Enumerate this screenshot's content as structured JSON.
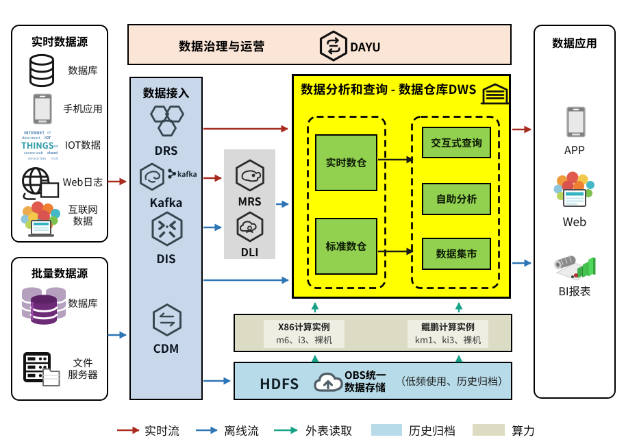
{
  "banner": {
    "title": "数据治理与运营",
    "product": "DAYU"
  },
  "realtime_sources": {
    "title": "实时数据源",
    "items": [
      {
        "label": "数据库",
        "icon": "database-icon"
      },
      {
        "label": "手机应用",
        "icon": "mobile-phone-icon"
      },
      {
        "label": "IOT数据",
        "icon": "iot-wordcloud-icon"
      },
      {
        "label": "Web日志",
        "icon": "globe-folder-icon"
      },
      {
        "label": "互联网\n数据",
        "icon": "internet-cloud-icon"
      }
    ]
  },
  "batch_sources": {
    "title": "批量数据源",
    "items": [
      {
        "label": "数据库",
        "icon": "database-stack-icon"
      },
      {
        "label": "文件\n服务器",
        "icon": "file-server-icon"
      }
    ]
  },
  "data_access": {
    "title": "数据接入",
    "services": [
      {
        "name": "DRS",
        "icon": "drs-hexagon-icon"
      },
      {
        "name": "Kafka",
        "badge": "kafka",
        "icon": "kafka-hexagon-icon"
      },
      {
        "name": "DIS",
        "icon": "dis-hexagon-icon"
      },
      {
        "name": "CDM",
        "icon": "cdm-hexagon-icon"
      }
    ]
  },
  "compute_engines": {
    "services": [
      {
        "name": "MRS",
        "icon": "mrs-hexagon-icon"
      },
      {
        "name": "DLI",
        "icon": "dli-hexagon-icon"
      }
    ]
  },
  "dws": {
    "title": "数据分析和查询 - 数据仓库DWS",
    "warehouse_group": [
      {
        "label": "实时数仓"
      },
      {
        "label": "标准数仓"
      }
    ],
    "serving_group": [
      {
        "label": "交互式查询"
      },
      {
        "label": "自助分析"
      },
      {
        "label": "数据集市"
      }
    ]
  },
  "compute_instances": {
    "x86": {
      "title": "X86计算实例",
      "spec": "m6、i3、裸机"
    },
    "kunpeng": {
      "title": "鲲鹏计算实例",
      "spec": "km1、ki3、裸机"
    }
  },
  "storage": {
    "hdfs_label": "HDFS",
    "obs_label": "OBS统一\n数据存储",
    "note": "（低频使用、历史归档）"
  },
  "applications": {
    "title": "数据应用",
    "items": [
      {
        "label": "APP",
        "icon": "mobile-phone-icon"
      },
      {
        "label": "Web",
        "icon": "web-browser-icon"
      },
      {
        "label": "BI报表",
        "icon": "bi-chart-icon"
      }
    ]
  },
  "legend": {
    "items": [
      {
        "label": "实时流",
        "type": "arrow",
        "color": "#a92a1e"
      },
      {
        "label": "离线流",
        "type": "arrow",
        "color": "#2e75b6"
      },
      {
        "label": "外表读取",
        "type": "arrow",
        "color": "#17a287"
      },
      {
        "label": "历史归档",
        "type": "swatch",
        "color": "#b7dbe8"
      },
      {
        "label": "算力",
        "type": "swatch",
        "color": "#dcdcc2"
      }
    ]
  },
  "colors": {
    "banner_bg": "#fbe5d6",
    "access_bg": "#c8d8ea",
    "engine_bg": "#d9d9d9",
    "dws_bg": "#ffff00",
    "dws_node_bg": "#92d050",
    "compute_bg": "#dcdcc5",
    "storage_bg": "#b7dbe8",
    "realtime_flow": "#a92a1e",
    "offline_flow": "#2e75b6",
    "external_read": "#17a287"
  }
}
